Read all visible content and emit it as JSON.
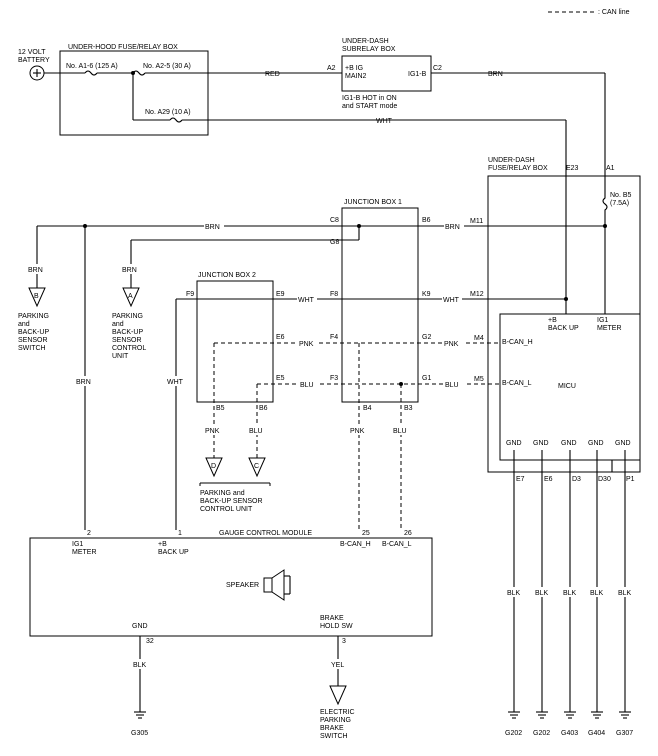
{
  "legend": {
    "can_line": ": CAN line"
  },
  "battery": {
    "line1": "12 VOLT",
    "line2": "BATTERY"
  },
  "underhood_box": {
    "title": "UNDER-HOOD FUSE/RELAY BOX",
    "fuse1": "No. A1-6 (125 A)",
    "fuse2": "No. A2-5 (30 A)",
    "fuse3": "No. A29 (10 A)"
  },
  "subrelay_box": {
    "title1": "UNDER-DASH",
    "title2": "SUBRELAY BOX",
    "relay1": "+B IG",
    "relay2": "MAIN2",
    "out_label": "IG1-B",
    "pin_a2": "A2",
    "pin_c2": "C2",
    "note1": "IG1-B HOT in ON",
    "note2": "and START mode"
  },
  "underdash_box": {
    "title1": "UNDER-DASH",
    "title2": "FUSE/RELAY BOX",
    "fuse": "No. B5",
    "fuse_rating": "(7.5A)",
    "pin_e23": "E23",
    "pin_a1": "A1",
    "pin_m11": "M11",
    "pin_m12": "M12",
    "pin_m4": "M4",
    "pin_m5": "M5",
    "micu": "MICU",
    "backup1": "+B",
    "backup2": "BACK UP",
    "ig1_1": "IG1",
    "ig1_2": "METER",
    "bcanh": "B-CAN_H",
    "bcanl": "B-CAN_L",
    "gnd": "GND",
    "pins_bottom": [
      "E7",
      "E6",
      "D3",
      "D30",
      "P1"
    ]
  },
  "junction_box1": {
    "title": "JUNCTION BOX 1",
    "pins": {
      "c8": "C8",
      "b6": "B6",
      "g8": "G8",
      "f8": "F8",
      "k9": "K9",
      "f4": "F4",
      "g2": "G2",
      "f3": "F3",
      "g1": "G1",
      "b4": "B4",
      "b3": "B3"
    }
  },
  "junction_box2": {
    "title": "JUNCTION BOX 2",
    "pins": {
      "f9": "F9",
      "e9": "E9",
      "e6": "E6",
      "e5": "E5",
      "b5": "B5",
      "b6": "B6"
    }
  },
  "wires": {
    "red": "RED",
    "brn": "BRN",
    "wht": "WHT",
    "pnk": "PNK",
    "blu": "BLU",
    "blk": "BLK",
    "yel": "YEL"
  },
  "connectors": {
    "b": "B",
    "a": "A",
    "d": "D",
    "c": "C"
  },
  "parking_switch": [
    "PARKING",
    "and",
    "BACK-UP",
    "SENSOR",
    "SWITCH"
  ],
  "parking_unit": [
    "PARKING",
    "and",
    "BACK-UP",
    "SENSOR",
    "CONTROL",
    "UNIT"
  ],
  "parking_unit2": [
    "PARKING and",
    "BACK-UP SENSOR",
    "CONTROL UNIT"
  ],
  "gauge_module": {
    "title": "GAUGE CONTROL MODULE",
    "pin2": "2",
    "pin1": "1",
    "pin25": "25",
    "pin26": "26",
    "pin32": "32",
    "pin3": "3",
    "ig1": "IG1",
    "meter": "METER",
    "plusb": "+B",
    "backup": "BACK UP",
    "bcanh": "B-CAN_H",
    "bcanl": "B-CAN_L",
    "speaker": "SPEAKER",
    "gnd": "GND",
    "brake1": "BRAKE",
    "brake2": "HOLD SW"
  },
  "brake_switch": [
    "ELECTRIC",
    "PARKING",
    "BRAKE",
    "SWITCH"
  ],
  "grounds": [
    "G305",
    "G202",
    "G202",
    "G403",
    "G404",
    "G307"
  ]
}
